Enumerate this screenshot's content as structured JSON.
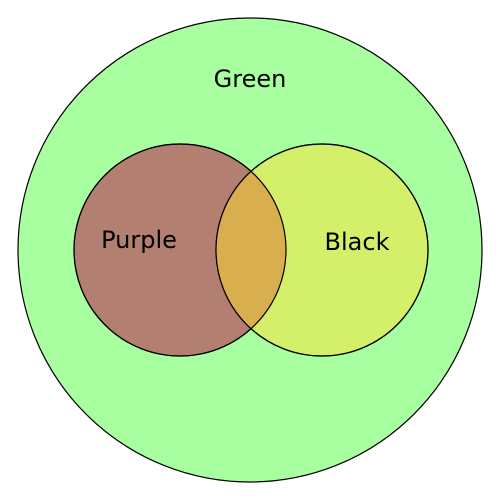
{
  "diagram": {
    "type": "venn",
    "sets": [
      {
        "id": "green",
        "label": "Green",
        "fill": "#a8ff9f"
      },
      {
        "id": "purple",
        "label": "Purple",
        "fill": "#b27f71"
      },
      {
        "id": "black",
        "label": "Black",
        "fill": "#d4f06a"
      }
    ],
    "overlap_fill": "#d9ae4f",
    "stroke": "#000000"
  }
}
